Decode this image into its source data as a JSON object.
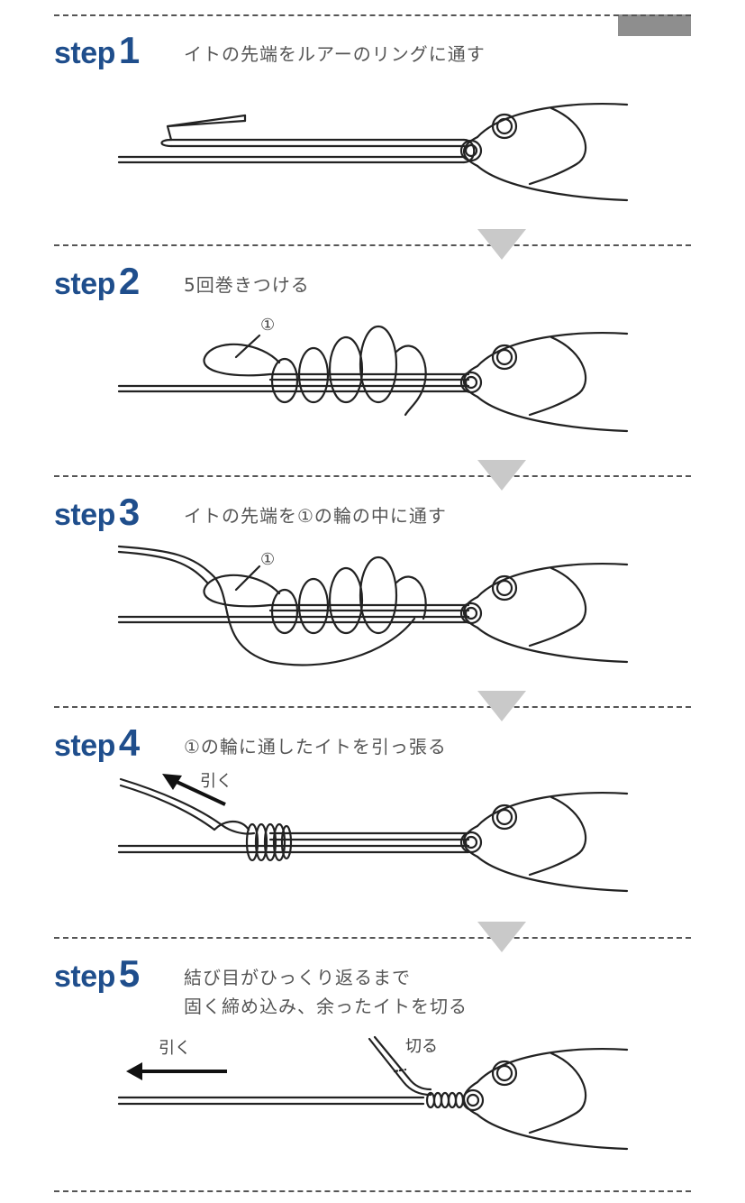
{
  "steps": [
    {
      "word": "step",
      "num": "1",
      "text": "イトの先端をルアーのリングに通す"
    },
    {
      "word": "step",
      "num": "2",
      "text": "5回巻きつける",
      "marker": "①"
    },
    {
      "word": "step",
      "num": "3",
      "text": "イトの先端を①の輪の中に通す",
      "marker": "①"
    },
    {
      "word": "step",
      "num": "4",
      "text": "①の輪に通したイトを引っ張る",
      "pull": "引く"
    },
    {
      "word": "step",
      "num": "5",
      "text_line1": "結び目がひっくり返るまで",
      "text_line2": "固く締め込み、余ったイトを切る",
      "pull": "引く",
      "cut": "切る"
    }
  ],
  "colors": {
    "step_label": "#1f4e8c",
    "divider": "#555555",
    "arrow": "#c9c9c9",
    "tab": "#8e8e8e"
  }
}
